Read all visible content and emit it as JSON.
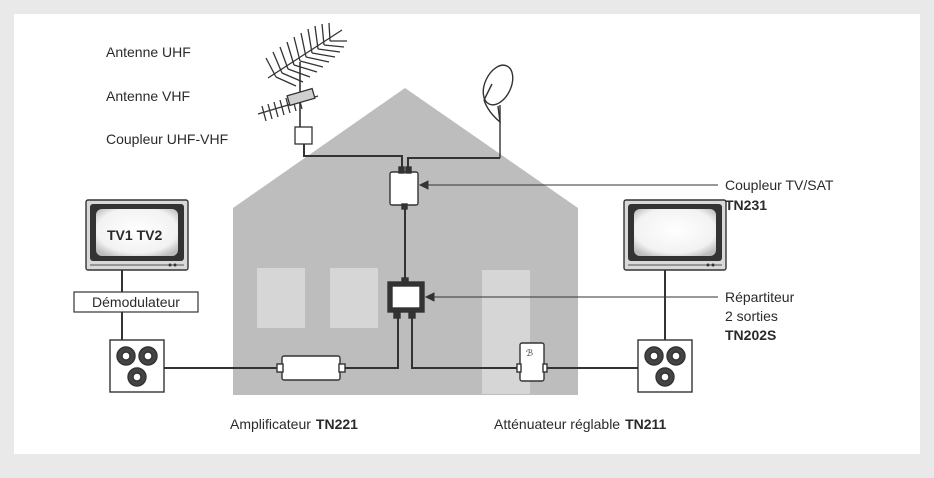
{
  "diagram": {
    "antenna_uhf": "Antenne UHF",
    "antenna_vhf": "Antenne VHF",
    "coupler_uhf_vhf": "Coupleur UHF-VHF",
    "coupler_tv_sat": {
      "name": "Coupleur TV/SAT",
      "ref": "TN231"
    },
    "splitter": {
      "line1": "Répartiteur",
      "line2": "2 sorties",
      "ref": "TN202S"
    },
    "amplifier": {
      "name": "Amplificateur",
      "ref": "TN221"
    },
    "attenuator": {
      "name": "Atténuateur réglable",
      "ref": "TN211"
    },
    "tv_left_label": "TV1 TV2",
    "demodulator": "Démodulateur"
  },
  "colors": {
    "frame_bg": "#e9e9e9",
    "panel_bg": "#ffffff",
    "house": "#bdbdbd",
    "window": "#d6d6d6",
    "cable": "#333333",
    "device_stroke": "#333333"
  }
}
